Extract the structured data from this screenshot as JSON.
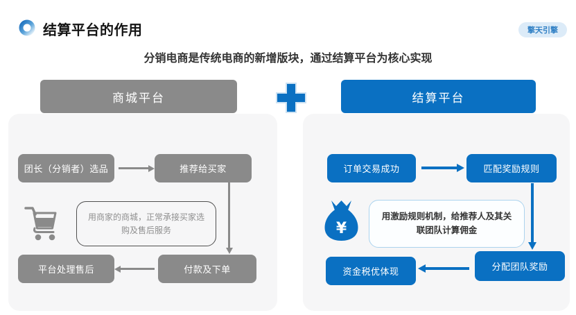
{
  "header": {
    "title": "结算平台的作用",
    "badge": "擎天引擎"
  },
  "subtitle": "分销电商是传统电商的新增版块，通过结算平台为核心实现",
  "plus_symbol": "+",
  "left": {
    "title": "商城平台",
    "step1": "团长（分销者）选品",
    "step2": "推荐给买家",
    "step3": "付款及下单",
    "step4": "平台处理售后",
    "note": "用商家的商城，正常承接买家选购及售后服务"
  },
  "right": {
    "title": "结算平台",
    "step1": "订单交易成功",
    "step2": "匹配奖励规则",
    "step3": "分配团队奖励",
    "step4": "资金税优体现",
    "note": "用激励规则机制，给推荐人及其关联团队计算佣金",
    "bag_symbol": "¥"
  },
  "colors": {
    "blue": "#0a70c2",
    "gray": "#8a8a8a",
    "panel_bg": "#f6f6f7",
    "badge_bg": "#dcebf8",
    "badge_text": "#2f7fc4",
    "note_border_left": "#4f4f4f",
    "note_border_right": "#abd3ee"
  }
}
